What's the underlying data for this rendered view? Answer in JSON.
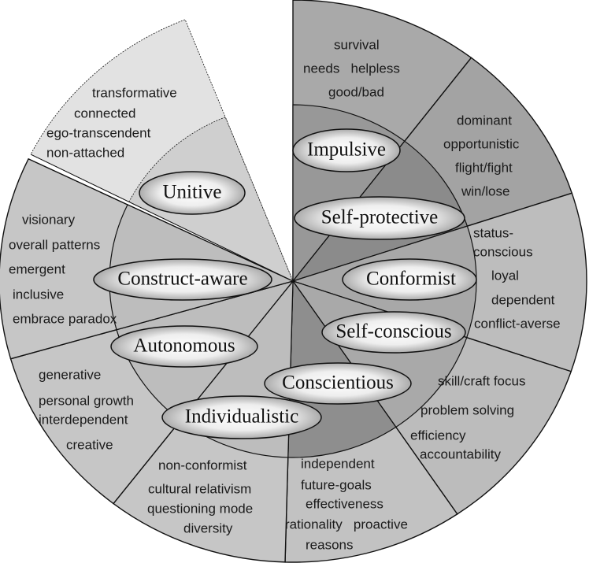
{
  "title": "Stages of ego development",
  "colors": {
    "line": "#111111",
    "unitive_outer": "#e2e2e2",
    "unitive_inner": "#cfcfcf",
    "left_outer": "#c6c6c6",
    "left_inner": "#bdbdbd",
    "impulsive_outer": "#a9a9a9",
    "impulsive_inner": "#989898",
    "selfprotective_outer": "#a3a3a3",
    "selfprotective_inner": "#8b8b8b",
    "conformist_outer": "#bdbdbd",
    "conformist_inner": "#a8a8a8",
    "selfconscious_outer": "#bcbcbc",
    "selfconscious_inner": "#a9a9a9",
    "conscientious_outer": "#c2c2c2",
    "conscientious_inner": "#8e8e8e"
  },
  "stages": {
    "impulsive": "Impulsive",
    "self_protective": "Self-protective",
    "conformist": "Conformist",
    "self_conscious": "Self-conscious",
    "conscientious": "Conscientious",
    "individualistic": "Individualistic",
    "autonomous": "Autonomous",
    "construct_aware": "Construct-aware",
    "unitive": "Unitive"
  },
  "descriptors": {
    "impulsive": [
      "survival",
      "needs   helpless",
      "good/bad"
    ],
    "self_protective": [
      "dominant",
      "opportunistic",
      "flight/fight",
      "win/lose"
    ],
    "conformist": [
      "status-",
      "conscious",
      "loyal",
      "dependent",
      "conflict-averse"
    ],
    "self_conscious": [
      "skill/craft focus",
      "problem solving",
      "efficiency",
      "accountability"
    ],
    "conscientious": [
      "independent",
      "future-goals",
      "effectiveness",
      "rationality   proactive",
      "reasons"
    ],
    "individualistic": [
      "non-conformist",
      "cultural relativism",
      "questioning mode",
      "diversity"
    ],
    "autonomous": [
      "generative",
      "personal growth",
      "interdependent",
      "creative"
    ],
    "construct_aware": [
      "visionary",
      "overall patterns",
      "emergent",
      "inclusive",
      "embrace paradox"
    ],
    "unitive": [
      "transformative",
      "connected",
      "ego-transcendent",
      "non-attached"
    ]
  }
}
